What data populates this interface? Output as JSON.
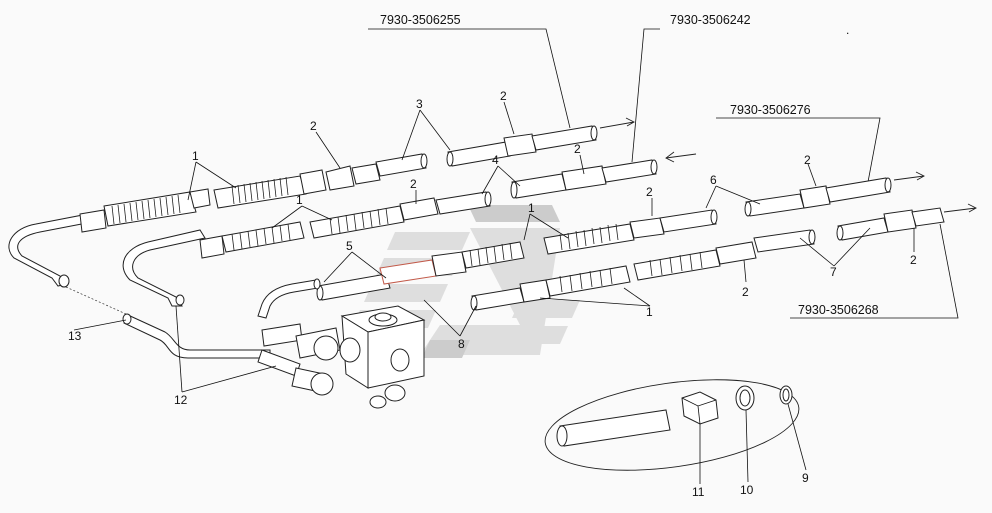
{
  "part_numbers": {
    "p3506255": "7930-3506255",
    "p3506242": "7930-3506242",
    "p3506276": "7930-3506276",
    "p3506268": "7930-3506268"
  },
  "callouts": {
    "c1": "1",
    "c2": "2",
    "c3": "3",
    "c4": "4",
    "c5": "5",
    "c6": "6",
    "c7": "7",
    "c8": "8",
    "c9": "9",
    "c10": "10",
    "c11": "11",
    "c12": "12",
    "c13": "13"
  },
  "colors": {
    "line": "#222222",
    "background": "#fafafa",
    "watermark": "#c8c8c8",
    "watermark_dark": "#a8a8a8",
    "highlight_tube": "#c25a4a"
  },
  "watermark": {
    "icon": "stylized-logo"
  }
}
